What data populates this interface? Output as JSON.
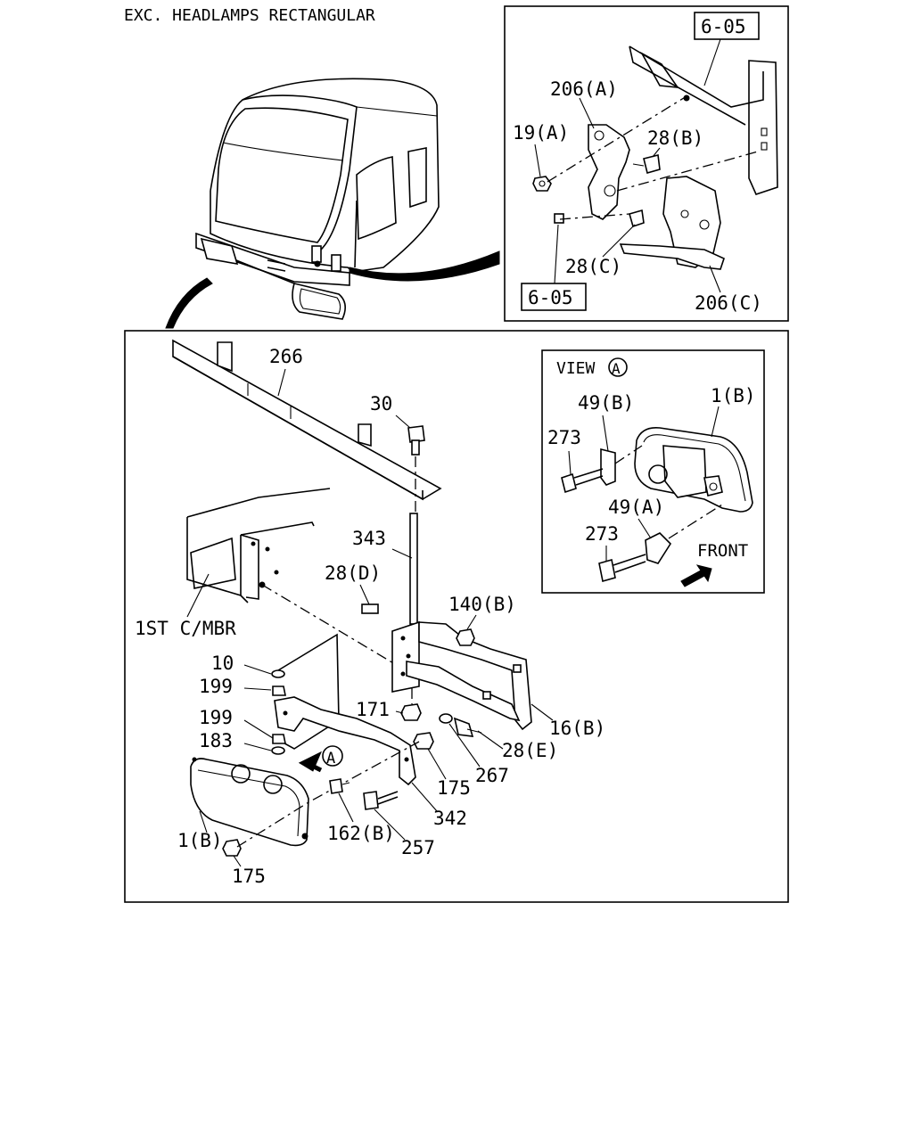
{
  "title": "EXC. HEADLAMPS RECTANGULAR",
  "inset": {
    "ref_top": "6-05",
    "ref_bottom": "6-05",
    "labels": {
      "p206a": "206(A)",
      "p19a": "19(A)",
      "p28b": "28(B)",
      "p28c": "28(C)",
      "p206c": "206(C)"
    }
  },
  "main": {
    "labels": {
      "p266": "266",
      "p30": "30",
      "p343": "343",
      "p28d": "28(D)",
      "p140b": "140(B)",
      "crossmember": "1ST C/MBR",
      "p10": "10",
      "p199a": "199",
      "p199b": "199",
      "p183": "183",
      "p171": "171",
      "p16b": "16(B)",
      "p28e": "28(E)",
      "p267": "267",
      "p175a": "175",
      "p342": "342",
      "p162b": "162(B)",
      "p257": "257",
      "p1b": "1(B)",
      "p175b": "175",
      "view_marker": "A"
    }
  },
  "view": {
    "title": "VIEW",
    "marker": "A",
    "labels": {
      "p49b": "49(B)",
      "p1b": "1(B)",
      "p273a": "273",
      "p49a": "49(A)",
      "p273b": "273",
      "front": "FRONT"
    }
  }
}
